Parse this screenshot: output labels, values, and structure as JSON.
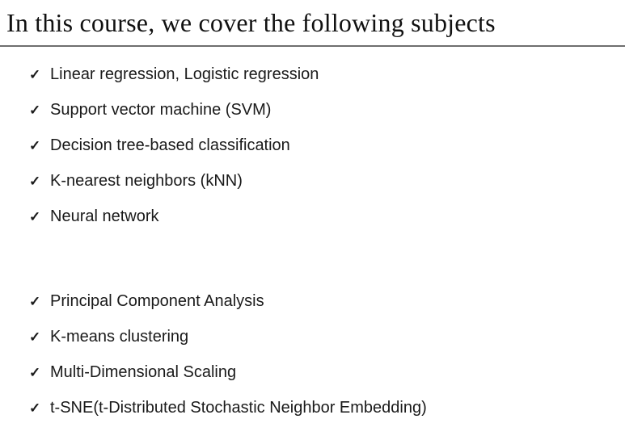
{
  "slide": {
    "title": "In this course, we cover the following subjects",
    "check_icon": "✓",
    "groups": [
      [
        "Linear regression, Logistic regression",
        "Support vector machine (SVM)",
        "Decision tree-based classification",
        "K-nearest neighbors (kNN)",
        "Neural network"
      ],
      [
        "Principal Component Analysis",
        "K-means clustering",
        "Multi-Dimensional Scaling",
        "t-SNE(t-Distributed Stochastic Neighbor Embedding)"
      ]
    ],
    "colors": {
      "text": "#1a1a1a",
      "title": "#111111",
      "rule": "#6e6e6e",
      "background": "#ffffff"
    }
  }
}
